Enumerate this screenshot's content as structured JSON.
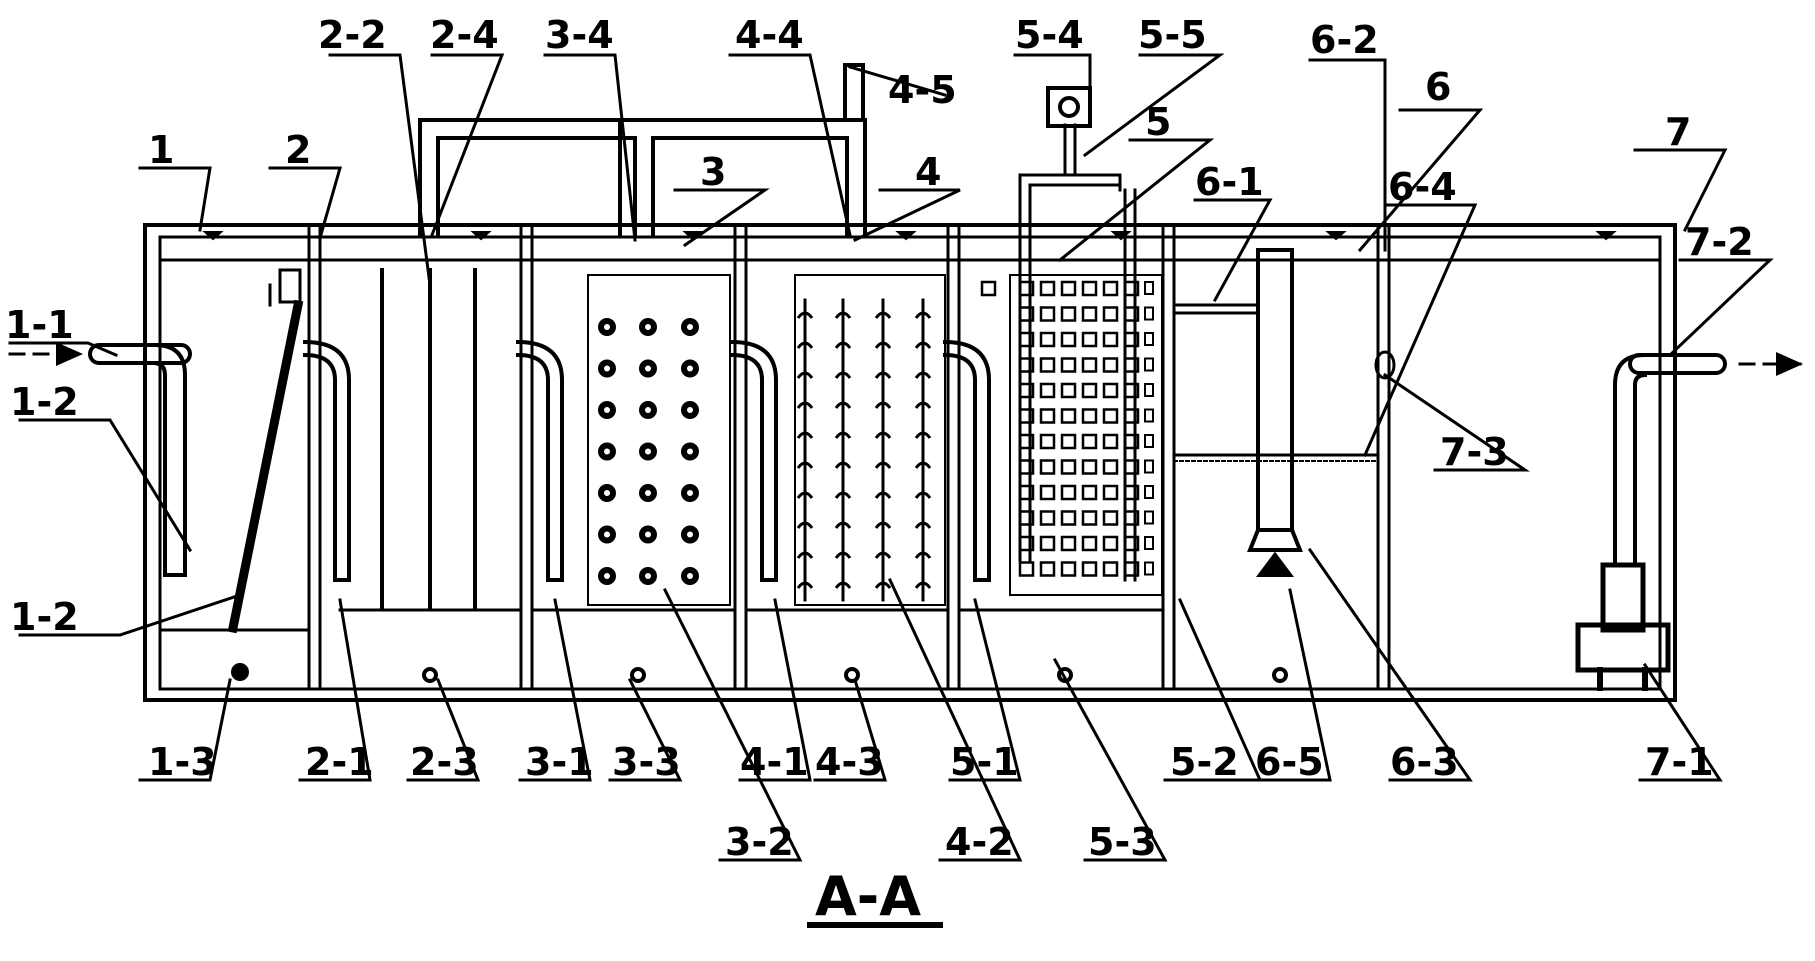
{
  "diagram": {
    "section_title": "A-A",
    "labels": {
      "c1": "1",
      "c1_1": "1-1",
      "c1_2a": "1-2",
      "c1_2b": "1-2",
      "c1_3": "1-3",
      "c2": "2",
      "c2_1": "2-1",
      "c2_2": "2-2",
      "c2_3": "2-3",
      "c2_4": "2-4",
      "c3": "3",
      "c3_1": "3-1",
      "c3_2": "3-2",
      "c3_3": "3-3",
      "c3_4": "3-4",
      "c4": "4",
      "c4_1": "4-1",
      "c4_2": "4-2",
      "c4_3": "4-3",
      "c4_4": "4-4",
      "c4_5": "4-5",
      "c5": "5",
      "c5_1": "5-1",
      "c5_2": "5-2",
      "c5_3": "5-3",
      "c5_4": "5-4",
      "c5_5": "5-5",
      "c6": "6",
      "c6_1": "6-1",
      "c6_2": "6-2",
      "c6_3": "6-3",
      "c6_4": "6-4",
      "c6_5": "6-5",
      "c7": "7",
      "c7_1": "7-1",
      "c7_2": "7-2",
      "c7_3": "7-3"
    }
  }
}
